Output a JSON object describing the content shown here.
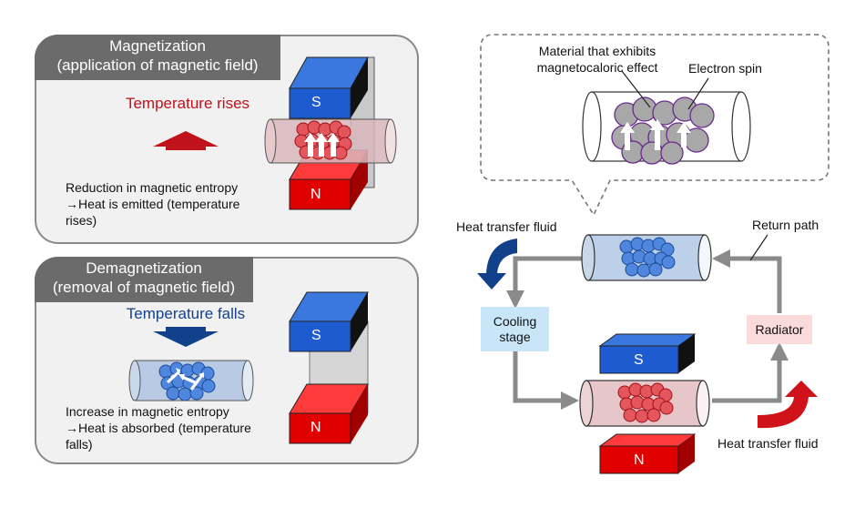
{
  "magnetization": {
    "title_line1": "Magnetization",
    "title_line2": "(application of magnetic field)",
    "temperature_label": "Temperature rises",
    "desc_line1": "Reduction in magnetic entropy",
    "desc_line2": "→Heat is emitted (temperature",
    "desc_line3": "rises)"
  },
  "demagnetization": {
    "title_line1": "Demagnetization",
    "title_line2": "(removal of magnetic field)",
    "temperature_label": "Temperature falls",
    "desc_line1": "Increase in magnetic entropy",
    "desc_line2": "→Heat is absorbed (temperature",
    "desc_line3": "falls)"
  },
  "magnet": {
    "south": "S",
    "north": "N"
  },
  "callout": {
    "material_line1": "Material that exhibits",
    "material_line2": "magnetocaloric effect",
    "spin_label": "Electron spin"
  },
  "cycle": {
    "heat_transfer_fluid_top": "Heat transfer fluid",
    "heat_transfer_fluid_bottom": "Heat transfer fluid",
    "return_path": "Return path",
    "cooling_stage_line1": "Cooling",
    "cooling_stage_line2": "stage",
    "radiator": "Radiator"
  },
  "colors": {
    "panel_bg": "#f1f1f1",
    "title_bg": "#6b6b6b",
    "hot_red": "#c0121a",
    "cold_blue": "#12418c",
    "magnet_red": "#e00000",
    "magnet_blue": "#1f5bd0",
    "cooling_box": "#c9e6f8",
    "radiator_box": "#fadada"
  }
}
